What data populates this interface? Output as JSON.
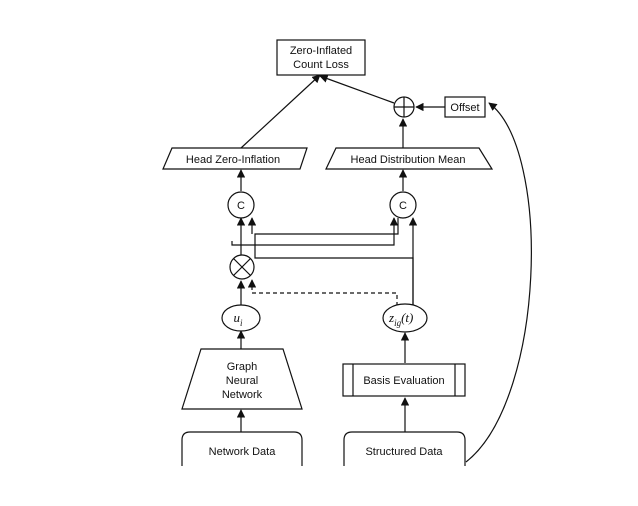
{
  "nodes": {
    "loss": {
      "line1": "Zero-Inflated",
      "line2": "Count Loss"
    },
    "offset": "Offset",
    "plus_symbol": "+",
    "head_zero_inflation": "Head Zero-Inflation",
    "head_distribution_mean": "Head Distribution Mean",
    "concat_left": "C",
    "concat_right": "C",
    "times_symbol": "×",
    "u_node": {
      "base": "u",
      "sub": "i"
    },
    "z_node": {
      "base": "z",
      "sub": "ig",
      "arg": "(t)"
    },
    "gnn": {
      "line1": "Graph",
      "line2": "Neural",
      "line3": "Network"
    },
    "basis_evaluation": "Basis Evaluation",
    "network_data": "Network Data",
    "structured_data": "Structured Data"
  },
  "colors": {
    "stroke": "#111111",
    "background": "#ffffff"
  }
}
